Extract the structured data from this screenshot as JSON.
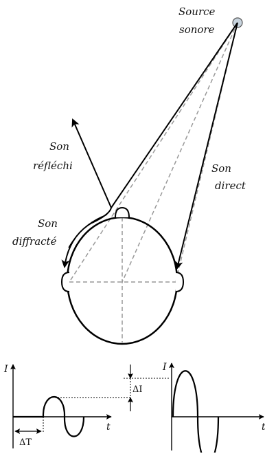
{
  "labels": {
    "source_line1": "Source",
    "source_line2": "sonore",
    "reflected_line1": "Son",
    "reflected_line2": "réfléchi",
    "direct_line1": "Son",
    "direct_line2": "direct",
    "diffracted_line1": "Son",
    "diffracted_line2": "diffracté"
  },
  "graphs": {
    "left": {
      "y_axis": "I",
      "x_axis": "t",
      "delta_t": "ΔT",
      "delta_i": "ΔI"
    },
    "right": {
      "y_axis": "I",
      "x_axis": "t"
    }
  },
  "colors": {
    "ink": "#000000",
    "dashed": "#999999",
    "source_fill": "#c8d4de"
  }
}
